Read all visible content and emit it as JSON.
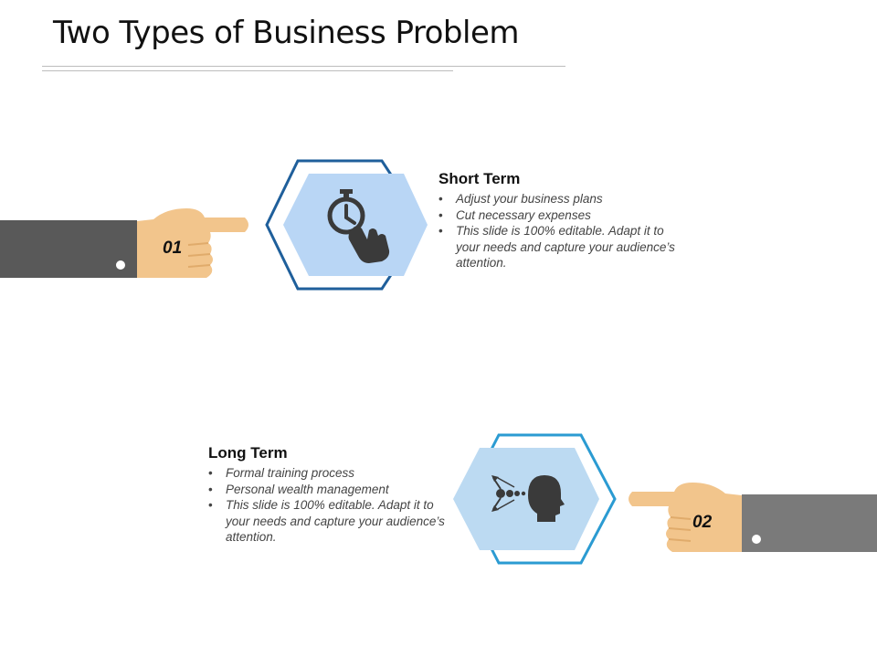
{
  "slide": {
    "title": "Two Types of Business Problem"
  },
  "items": [
    {
      "number": "01",
      "heading": "Short Term",
      "icon": "stopwatch-tap-icon",
      "bullets": [
        "Adjust your business plans",
        "Cut necessary expenses",
        "This slide is 100% editable. Adapt it to your needs and capture your audience’s attention."
      ]
    },
    {
      "number": "02",
      "heading": "Long Term",
      "icon": "head-thinking-icon",
      "bullets": [
        "Formal training process",
        "Personal wealth management",
        "This slide is 100% editable. Adapt it to your needs and capture your audience’s attention."
      ]
    }
  ],
  "colors": {
    "hex1_outline": "#1f5f9b",
    "hex1_fill": "#b9d6f5",
    "hex2_outline": "#2b9bd2",
    "hex2_fill": "#bcdaf2",
    "skin": "#f2c58c",
    "sleeve": "#595959",
    "icon": "#3a3a3a"
  }
}
